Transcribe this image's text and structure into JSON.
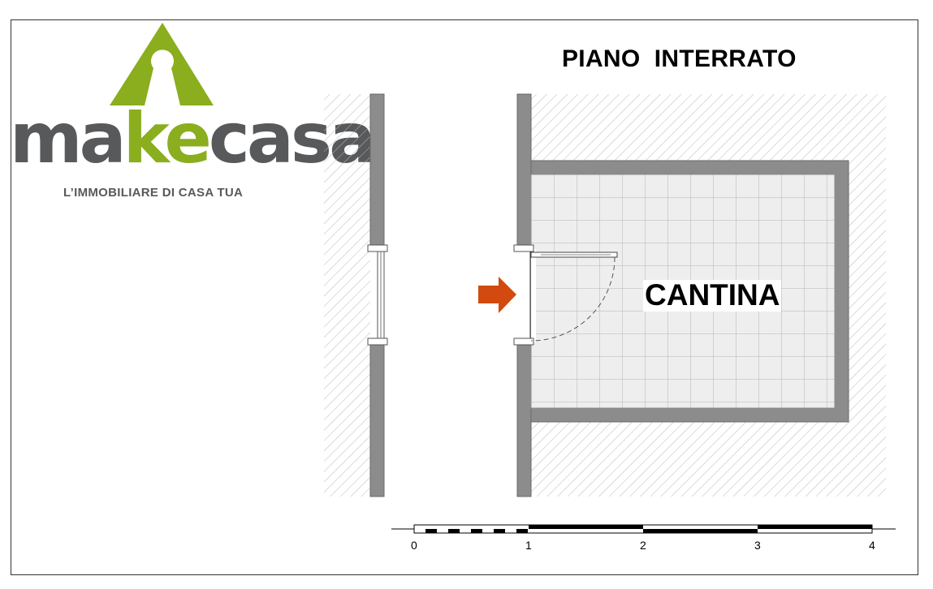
{
  "logo": {
    "word_part1": "ma",
    "word_part2": "ke",
    "word_part3": "casa",
    "tagline": "L’IMMOBILIARE DI CASA TUA",
    "colors": {
      "green": "#8aae1e",
      "grey": "#58595b"
    }
  },
  "plan": {
    "title": "PIANO  INTERRATO",
    "room_label": "CANTINA",
    "entrance_arrow_color": "#d24a0f",
    "wall_color": "#8c8c8c",
    "floor_tile_color": "#eeeeee"
  },
  "scale_bar": {
    "ticks": [
      "0",
      "1",
      "2",
      "3",
      "4"
    ]
  }
}
